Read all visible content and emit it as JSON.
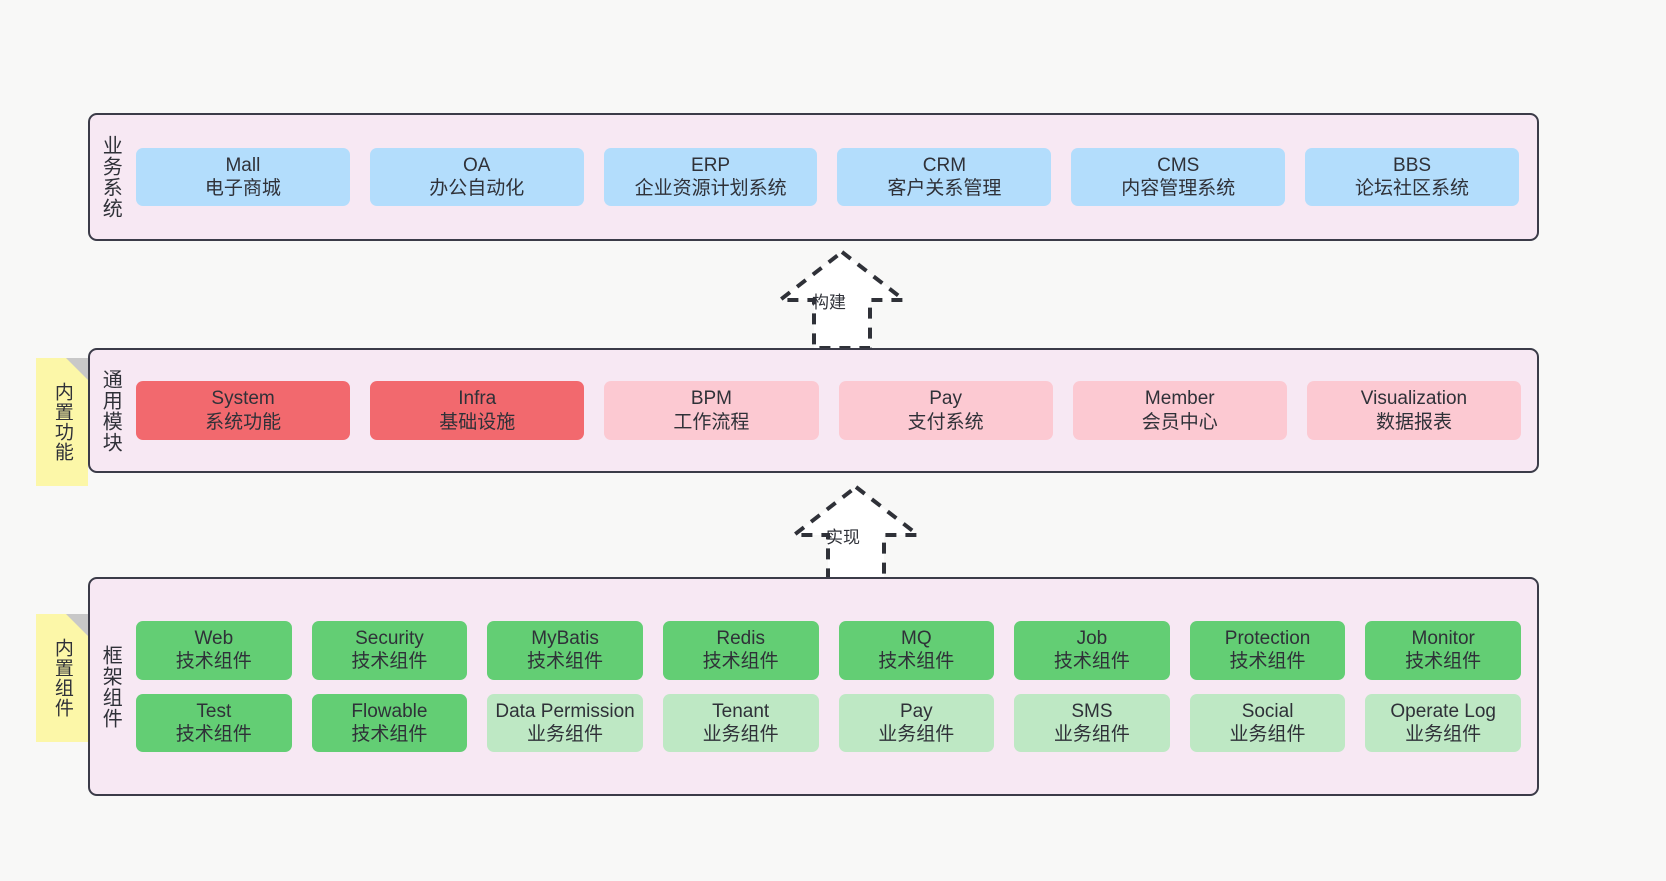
{
  "diagram": {
    "background_color": "#f8f8f7",
    "panel_color": "#f7e8f3",
    "panel_border_color": "#3b3b48",
    "note_color": "#fcf7a8"
  },
  "layers": [
    {
      "id": "business",
      "title": "业务系统",
      "card_color": "#b3ddfc",
      "rows": [
        {
          "cards": [
            {
              "name": "Mall",
              "desc": "电子商城",
              "style": "c-blue"
            },
            {
              "name": "OA",
              "desc": "办公自动化",
              "style": "c-blue"
            },
            {
              "name": "ERP",
              "desc": "企业资源计划系统",
              "style": "c-blue"
            },
            {
              "name": "CRM",
              "desc": "客户关系管理",
              "style": "c-blue"
            },
            {
              "name": "CMS",
              "desc": "内容管理系统",
              "style": "c-blue"
            },
            {
              "name": "BBS",
              "desc": "论坛社区系统",
              "style": "c-blue"
            }
          ]
        }
      ]
    },
    {
      "id": "modules",
      "title": "通用模块",
      "card_color": "#f2696e",
      "rows": [
        {
          "cards": [
            {
              "name": "System",
              "desc": "系统功能",
              "style": "c-red"
            },
            {
              "name": "Infra",
              "desc": "基础设施",
              "style": "c-red"
            },
            {
              "name": "BPM",
              "desc": "工作流程",
              "style": "c-pink"
            },
            {
              "name": "Pay",
              "desc": "支付系统",
              "style": "c-pink"
            },
            {
              "name": "Member",
              "desc": "会员中心",
              "style": "c-pink"
            },
            {
              "name": "Visualization",
              "desc": "数据报表",
              "style": "c-pink"
            }
          ]
        }
      ]
    },
    {
      "id": "framework",
      "title": "框架组件",
      "card_color": "#63ce74",
      "rows": [
        {
          "cards": [
            {
              "name": "Web",
              "desc": "技术组件",
              "style": "c-green"
            },
            {
              "name": "Security",
              "desc": "技术组件",
              "style": "c-green"
            },
            {
              "name": "MyBatis",
              "desc": "技术组件",
              "style": "c-green"
            },
            {
              "name": "Redis",
              "desc": "技术组件",
              "style": "c-green"
            },
            {
              "name": "MQ",
              "desc": "技术组件",
              "style": "c-green"
            },
            {
              "name": "Job",
              "desc": "技术组件",
              "style": "c-green"
            },
            {
              "name": "Protection",
              "desc": "技术组件",
              "style": "c-green"
            },
            {
              "name": "Monitor",
              "desc": "技术组件",
              "style": "c-green"
            }
          ]
        },
        {
          "cards": [
            {
              "name": "Test",
              "desc": "技术组件",
              "style": "c-green"
            },
            {
              "name": "Flowable",
              "desc": "技术组件",
              "style": "c-green"
            },
            {
              "name": "Data Permission",
              "desc": "业务组件",
              "style": "c-lightgreen"
            },
            {
              "name": "Tenant",
              "desc": "业务组件",
              "style": "c-lightgreen"
            },
            {
              "name": "Pay",
              "desc": "业务组件",
              "style": "c-lightgreen"
            },
            {
              "name": "SMS",
              "desc": "业务组件",
              "style": "c-lightgreen"
            },
            {
              "name": "Social",
              "desc": "业务组件",
              "style": "c-lightgreen"
            },
            {
              "name": "Operate Log",
              "desc": "业务组件",
              "style": "c-lightgreen"
            }
          ]
        }
      ]
    }
  ],
  "notes": [
    {
      "id": "functions",
      "label": "内置功能"
    },
    {
      "id": "components",
      "label": "内置组件"
    }
  ],
  "connectors": [
    {
      "id": "build",
      "label": "构建"
    },
    {
      "id": "implement",
      "label": "实现"
    }
  ]
}
